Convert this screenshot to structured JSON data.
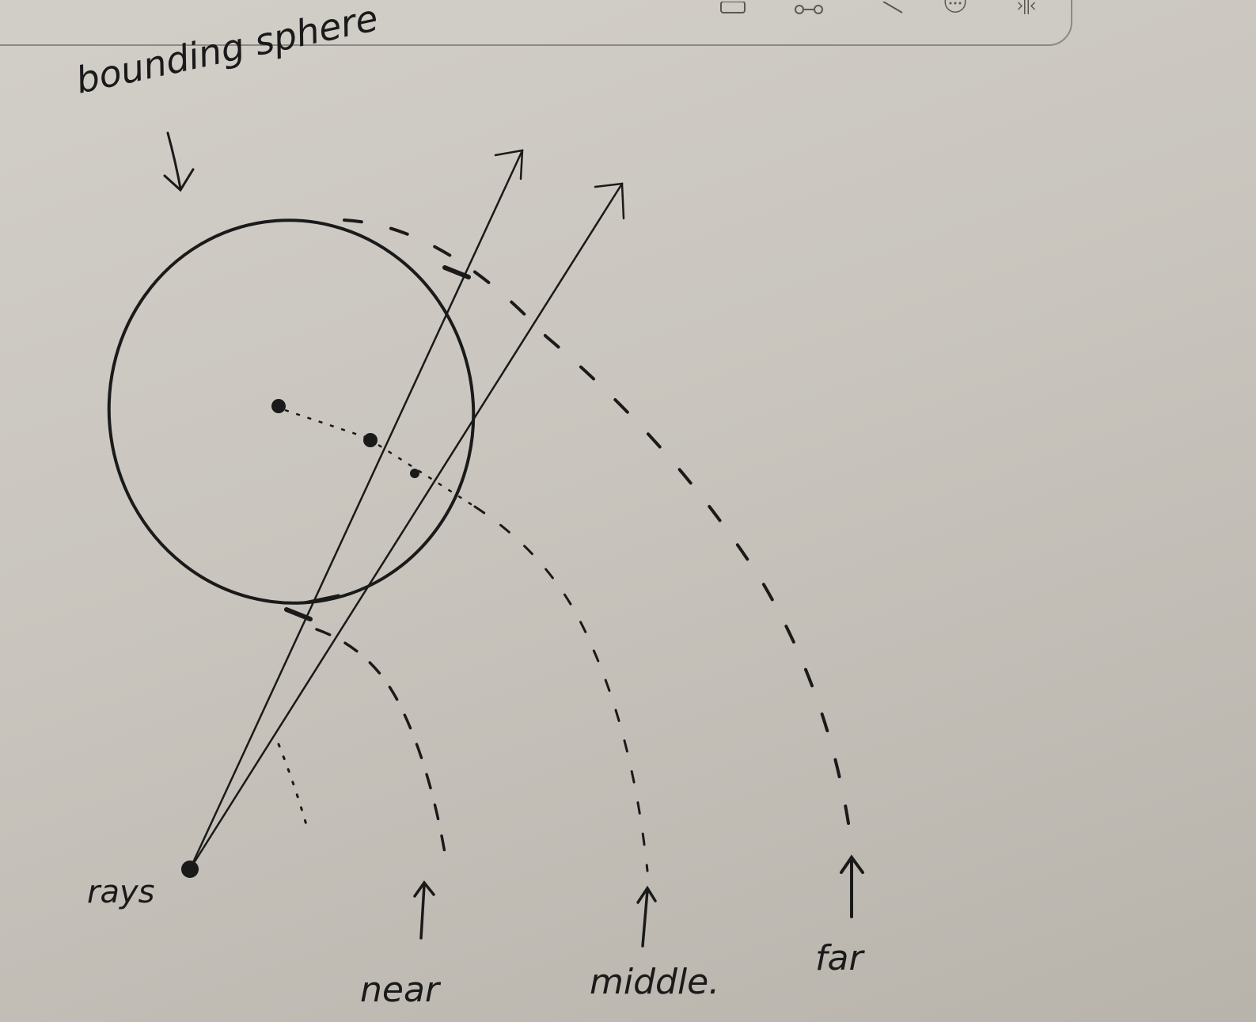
{
  "labels": {
    "bounding_sphere": "bounding sphere",
    "rays": "rays",
    "near": "near",
    "middle": "middle.",
    "far": "far"
  },
  "toolbar": {
    "icons": [
      "image-icon",
      "link-icon",
      "pen-icon",
      "more-icon",
      "split-icon"
    ]
  },
  "colors": {
    "paper": "#cdc9c2",
    "ink": "#1a1a1a"
  }
}
